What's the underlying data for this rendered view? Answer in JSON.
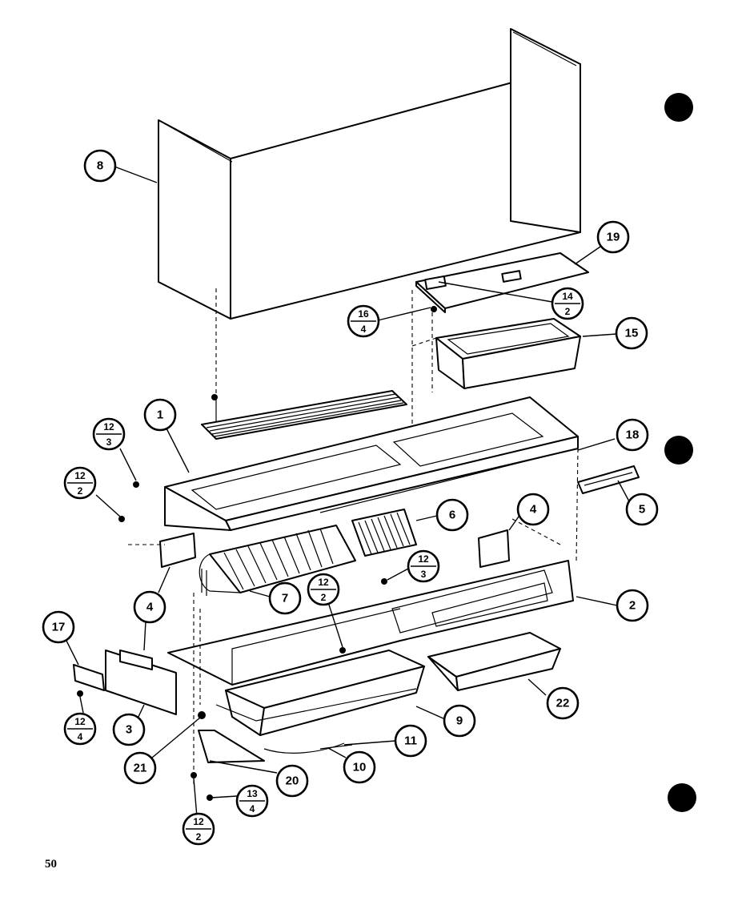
{
  "page_number": "50",
  "callouts": [
    {
      "id": "8",
      "label": "8"
    },
    {
      "id": "19",
      "label": "19"
    },
    {
      "id": "14-2",
      "top": "14",
      "bottom": "2"
    },
    {
      "id": "16-4",
      "top": "16",
      "bottom": "4"
    },
    {
      "id": "15",
      "label": "15"
    },
    {
      "id": "1",
      "label": "1"
    },
    {
      "id": "18",
      "label": "18"
    },
    {
      "id": "12-3a",
      "top": "12",
      "bottom": "3"
    },
    {
      "id": "12-2a",
      "top": "12",
      "bottom": "2"
    },
    {
      "id": "6",
      "label": "6"
    },
    {
      "id": "4a",
      "label": "4"
    },
    {
      "id": "5",
      "label": "5"
    },
    {
      "id": "12-3b",
      "top": "12",
      "bottom": "3"
    },
    {
      "id": "4b",
      "label": "4"
    },
    {
      "id": "7",
      "label": "7"
    },
    {
      "id": "12-2b",
      "top": "12",
      "bottom": "2"
    },
    {
      "id": "2",
      "label": "2"
    },
    {
      "id": "17",
      "label": "17"
    },
    {
      "id": "12-4",
      "top": "12",
      "bottom": "4"
    },
    {
      "id": "3",
      "label": "3"
    },
    {
      "id": "9",
      "label": "9"
    },
    {
      "id": "22",
      "label": "22"
    },
    {
      "id": "11",
      "label": "11"
    },
    {
      "id": "21",
      "label": "21"
    },
    {
      "id": "10",
      "label": "10"
    },
    {
      "id": "20",
      "label": "20"
    },
    {
      "id": "13-4",
      "top": "13",
      "bottom": "4"
    },
    {
      "id": "12-2c",
      "top": "12",
      "bottom": "2"
    }
  ]
}
